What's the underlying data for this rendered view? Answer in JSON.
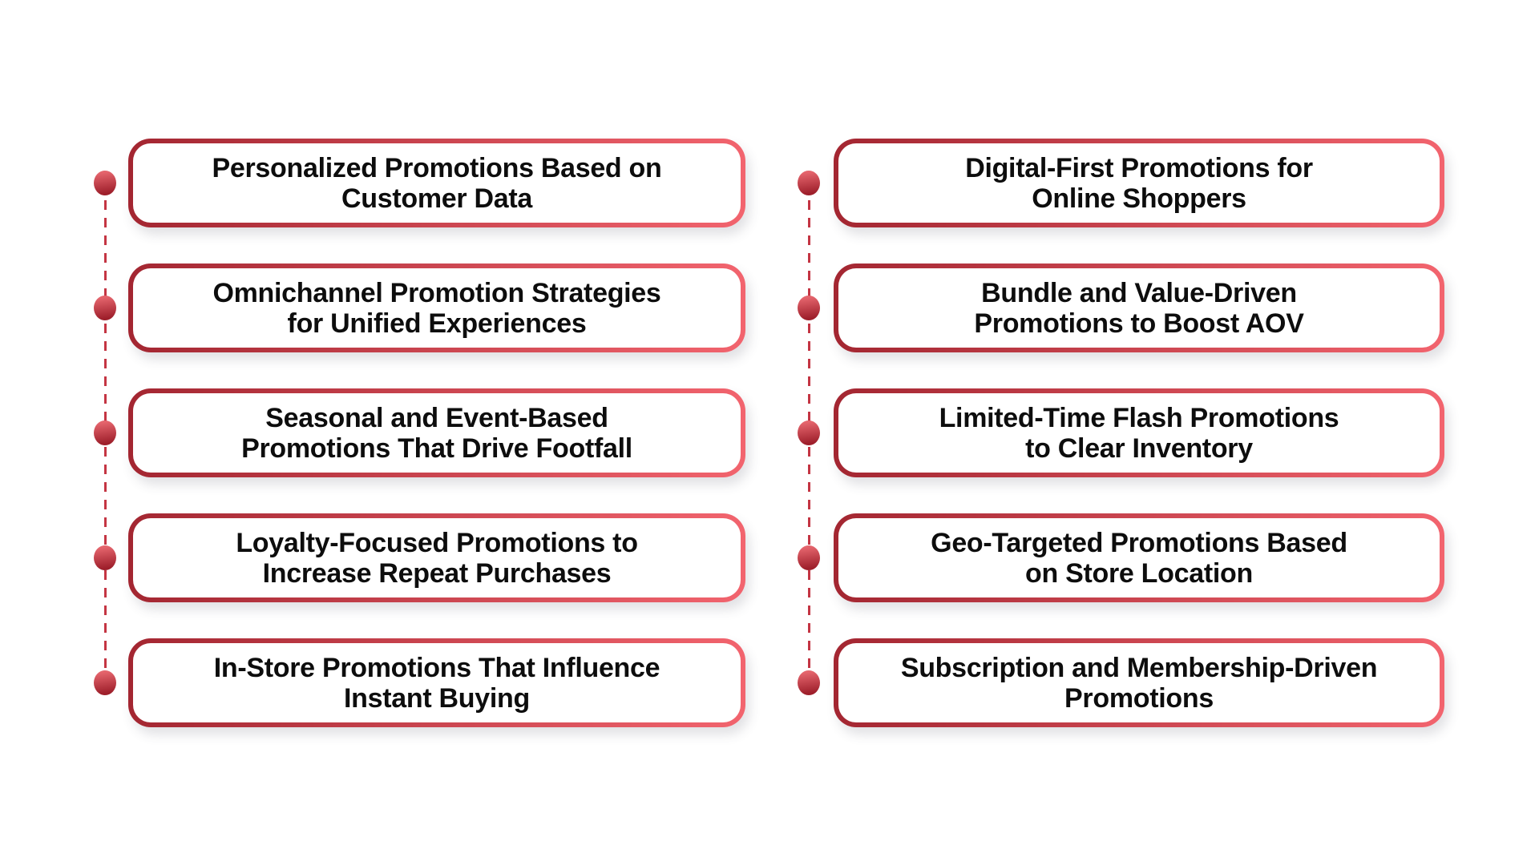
{
  "diagram": {
    "description": "Two-column timeline diagram of retail promotion strategy types",
    "colors": {
      "background": "#ffffff",
      "card_border_gradient_start": "#a32631",
      "card_border_gradient_end": "#f2646e",
      "card_background": "#ffffff",
      "dot_gradient_top": "#e4646c",
      "dot_gradient_bottom": "#9e1f2b",
      "dashed_line": "#c43543",
      "text": "#0d0d0d"
    }
  },
  "columns": [
    {
      "name": "left",
      "items": [
        {
          "line1": "Personalized Promotions Based on",
          "line2": "Customer Data"
        },
        {
          "line1": "Omnichannel Promotion Strategies",
          "line2": "for Unified Experiences"
        },
        {
          "line1": "Seasonal and Event-Based",
          "line2": "Promotions That Drive Footfall"
        },
        {
          "line1": "Loyalty-Focused Promotions to",
          "line2": "Increase Repeat Purchases"
        },
        {
          "line1": "In-Store Promotions That Influence",
          "line2": "Instant Buying"
        }
      ]
    },
    {
      "name": "right",
      "items": [
        {
          "line1": "Digital-First Promotions for",
          "line2": "Online Shoppers"
        },
        {
          "line1": "Bundle and Value-Driven",
          "line2": "Promotions to Boost AOV"
        },
        {
          "line1": "Limited-Time Flash Promotions",
          "line2": "to Clear Inventory"
        },
        {
          "line1": "Geo-Targeted Promotions Based",
          "line2": "on Store Location"
        },
        {
          "line1": "Subscription and Membership-Driven",
          "line2": "Promotions"
        }
      ]
    }
  ]
}
